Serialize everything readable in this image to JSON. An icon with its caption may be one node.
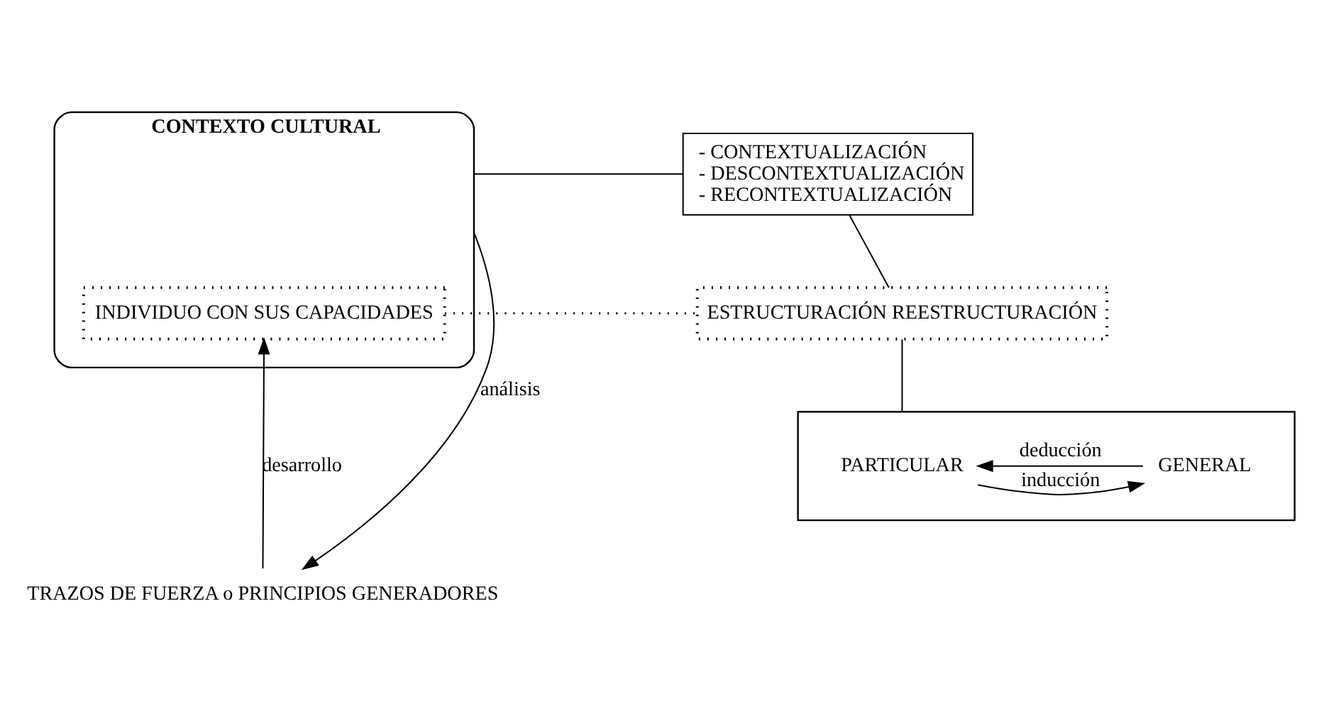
{
  "diagram": {
    "nodes": [
      {
        "text": [
          "CONTEXTO CULTURAL"
        ]
      },
      {
        "text": [
          "INDIVIDUO CON SUS CAPACIDADES"
        ],
        "in": 0
      },
      {
        "text": [
          "- CONTEXTUALIZACIÓN",
          "- DESCONTEXTUALIZACIÓN",
          "- RECONTEXTUALIZACIÓN"
        ]
      },
      {
        "text": [
          "ESTRUCTURACIÓN REESTRUCTURACIÓN"
        ]
      },
      {
        "text": [
          "TRAZOS DE FUERZA o PRINCIPIOS GENERADORES"
        ]
      },
      {
        "text": [],
        "shape": "box"
      },
      {
        "text": [
          "PARTICULAR"
        ],
        "in": 5
      },
      {
        "text": [
          "GENERAL"
        ],
        "in": 5
      }
    ],
    "edges": [
      {
        "from": 0,
        "to": 2,
        "arrow": "none"
      },
      {
        "from": 2,
        "to": 3,
        "arrow": "none"
      },
      {
        "from": 1,
        "to": 3,
        "arrow": "none",
        "style": "dashed"
      },
      {
        "from": 3,
        "to": 5,
        "arrow": "none"
      },
      {
        "from": 0,
        "to": 4,
        "arrow": "to",
        "label": "análisis"
      },
      {
        "from": 4,
        "to": 1,
        "arrow": "to",
        "label": "desarrollo"
      },
      {
        "from": 6,
        "to": 7,
        "arrow": "to",
        "label": "inducción"
      },
      {
        "from": 7,
        "to": 6,
        "arrow": "to",
        "label": "deducción"
      }
    ]
  }
}
